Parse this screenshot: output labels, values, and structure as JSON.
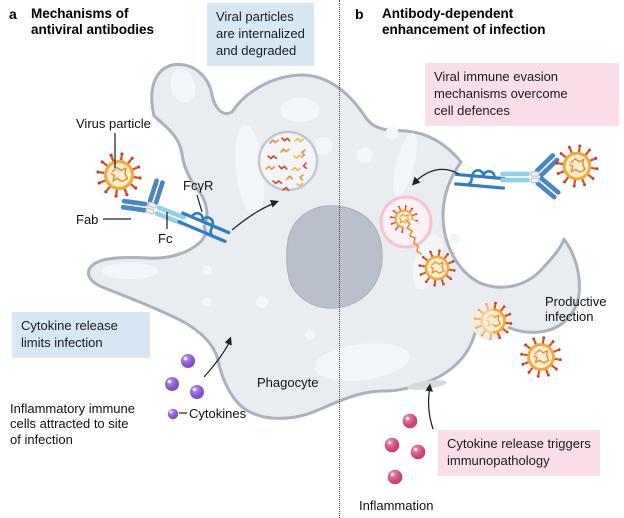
{
  "figure": {
    "panel_a": {
      "marker": "a",
      "title": "Mechanisms of\nantiviral antibodies"
    },
    "panel_b": {
      "marker": "b",
      "title": "Antibody-dependent\nenhancement of infection"
    },
    "callouts": {
      "internalized": "Viral particles\nare internalized\nand degraded",
      "cytokine_limits": "Cytokine release\nlimits infection",
      "immune_evasion": "Viral immune evasion\nmechanisms overcome\ncell defences",
      "immunopathology": "Cytokine release triggers\nimmunopathology"
    },
    "labels": {
      "virus_particle": "Virus particle",
      "fab": "Fab",
      "fc": "Fc",
      "fcgr": "FcγR",
      "inflammatory_cells": "Inflammatory immune\ncells attracted to site\nof infection",
      "cytokines": "Cytokines",
      "phagocyte": "Phagocyte",
      "productive_infection": "Productive\ninfection",
      "inflammation": "Inflammation"
    },
    "colors": {
      "callout_blue": "#d7e7f4",
      "callout_pink": "#fadfeb",
      "cell_fill": "#e9ecf1",
      "cell_stroke": "#abb2bc",
      "nucleus": "#b9c0cb",
      "virus_ring": "#f3a83b",
      "virus_body": "#fbeecf",
      "virus_rna": "#e78f2e",
      "spike": "#dc4a25",
      "antibody_dark_blue": "#4a86bf",
      "antibody_light_blue": "#93cfe6",
      "receptor_blue": "#2e7ec2",
      "cytokine_purple": "#8a5ace",
      "inflammation_pink": "#d44b79",
      "endosome_pink": "#f6c3d5"
    }
  }
}
